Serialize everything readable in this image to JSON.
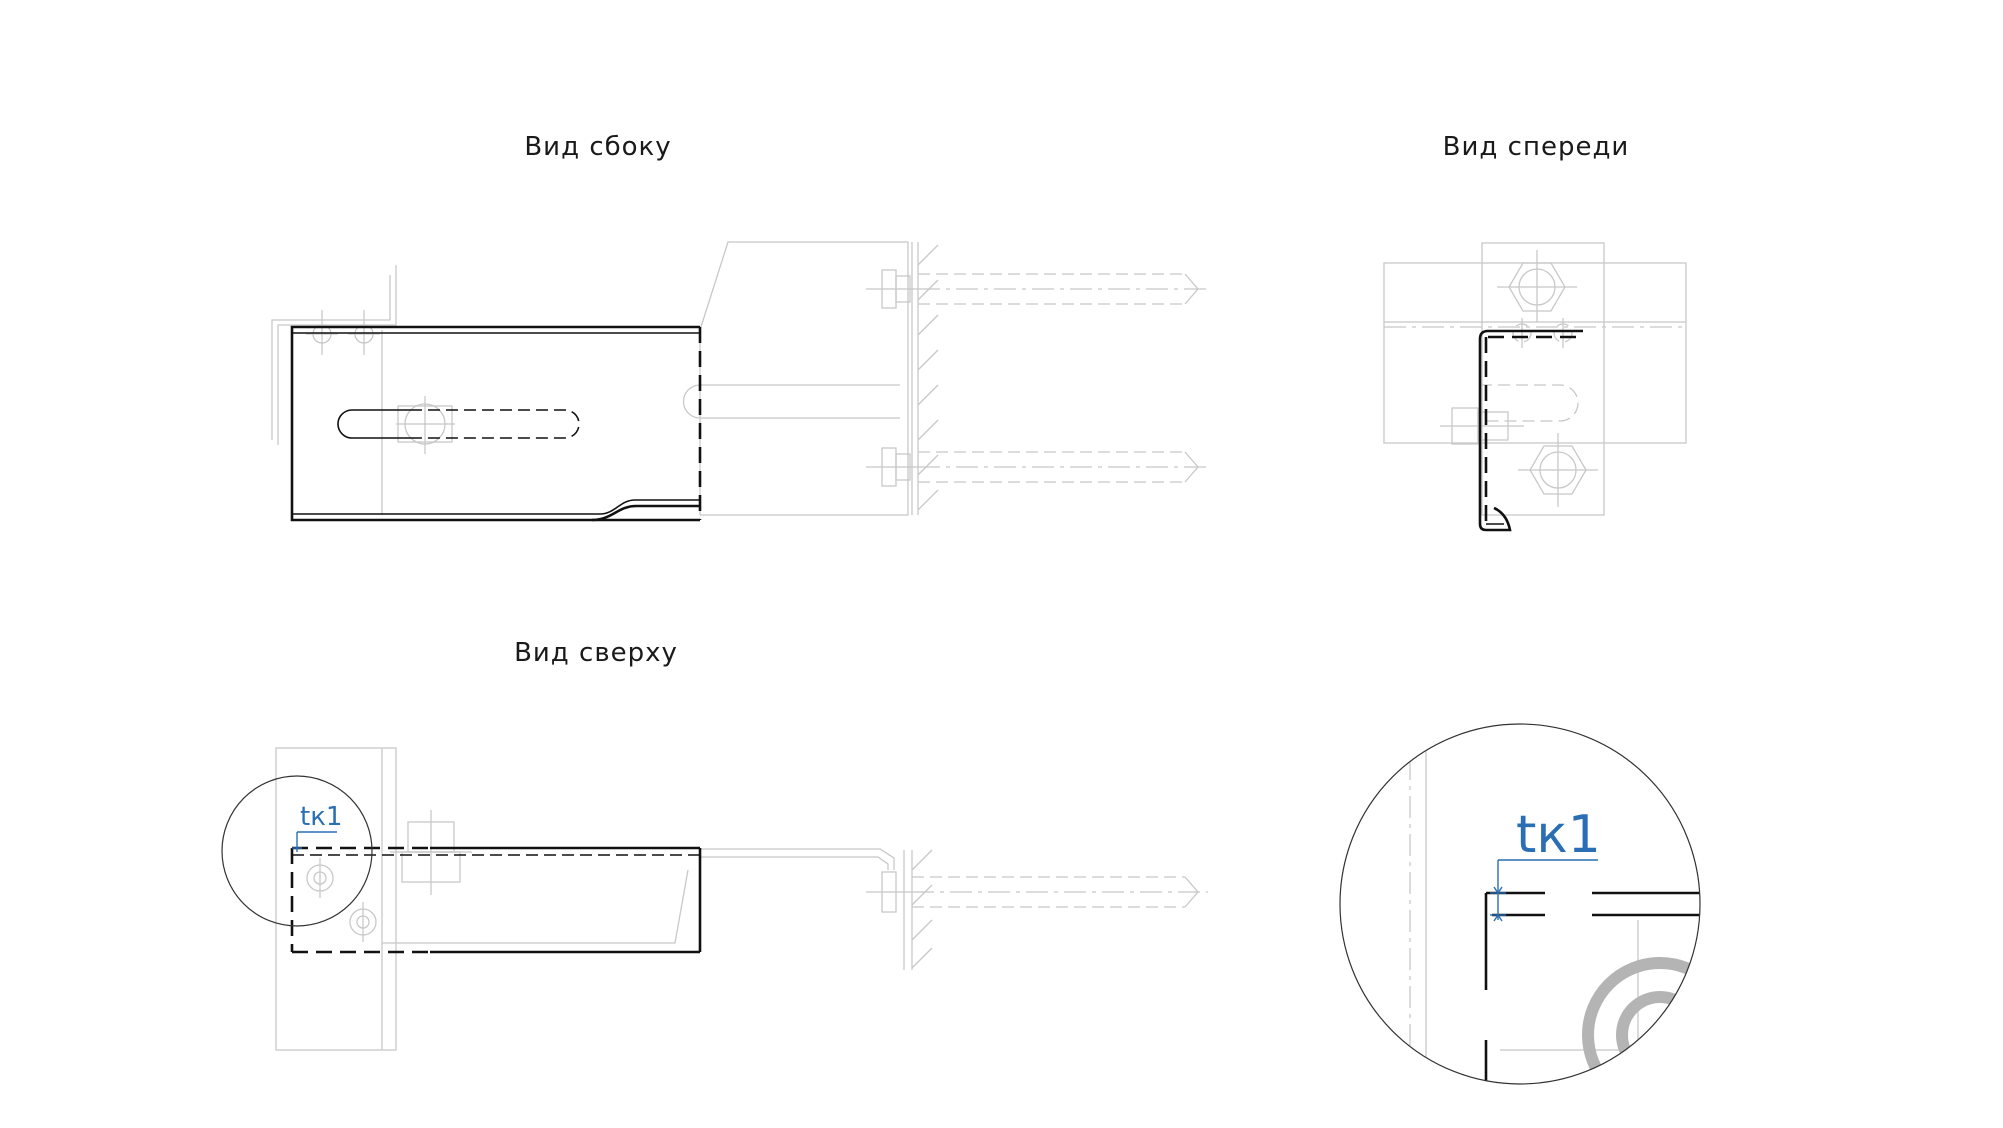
{
  "views": {
    "side": {
      "title": "Вид сбоку"
    },
    "front": {
      "title": "Вид спереди"
    },
    "top": {
      "title": "Вид сверху"
    }
  },
  "detail": {
    "label": "tк1"
  },
  "colors": {
    "primary_line": "#111111",
    "secondary_line": "#c8c8c8",
    "annotation": "#2a6fb5",
    "background": "#ffffff"
  }
}
